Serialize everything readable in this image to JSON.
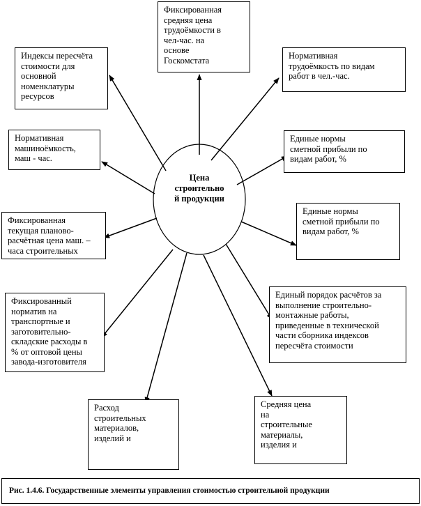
{
  "center": {
    "label": "Цена\nстроительно\nй продукции"
  },
  "boxes": {
    "b1": "Фиксированная\nсредняя цена\nтрудоёмкости в\nчел-час. на\nоснове\nГоскомстата",
    "b2": "Индексы пересчёта\nстоимости для\nосновной\nноменклатуры\nресурсов",
    "b3": "Нормативная\nтрудоёмкость по видам\nработ в чел.-час.",
    "b4": "Нормативная\nмашиноёмкость,\nмаш - час.",
    "b5": "Единые нормы\nсметной прибыли по\nвидам работ, %",
    "b6": "Фиксированная\nтекущая планово-\nрасчётная цена маш. –\nчаса строительных",
    "b7": "Единые нормы\nсметной прибыли по\nвидам работ, %",
    "b8": "Единый порядок расчётов за\nвыполнение строительно-\nмонтажные работы,\nприведенные в технической\nчасти сборника индексов\nпересчёта стоимости",
    "b9": "Фиксированный\nнорматив на\nтранспортные и\nзаготовительно-\nскладские расходы в\n% от оптовой цены\nзавода-изготовителя",
    "b10": "Расход\nстроительных\nматериалов,\nизделий и",
    "b11": "Средняя цена\nна\nстроительные\nматериалы,\nизделия и"
  },
  "caption": "Рис. 1.4.6. Государственные элементы управления стоимостью строительной продукции",
  "colors": {
    "stroke": "#000000",
    "background": "#ffffff"
  }
}
